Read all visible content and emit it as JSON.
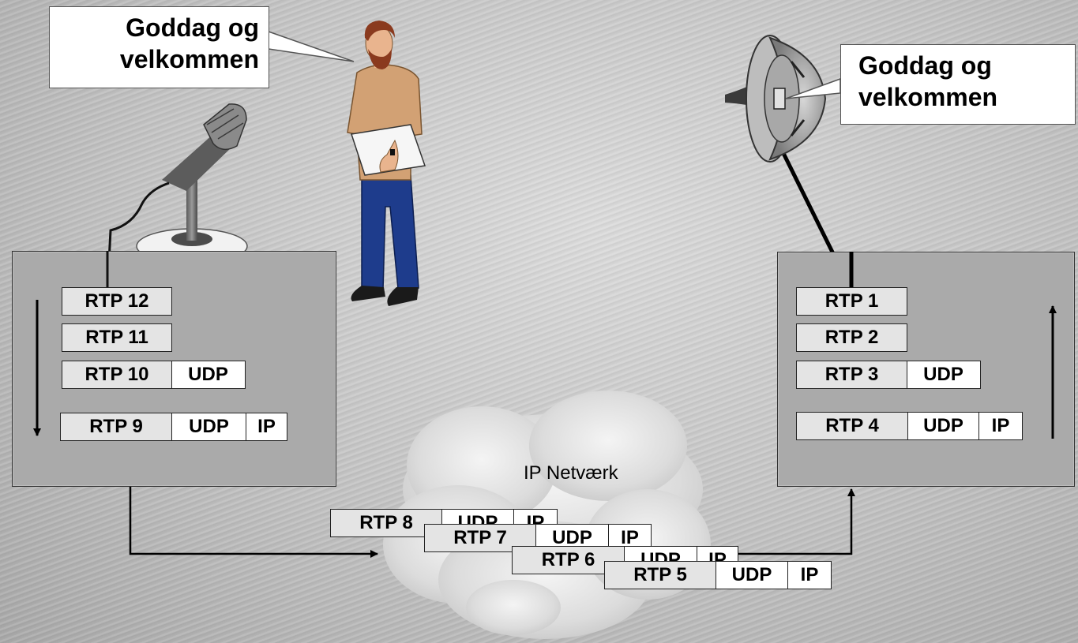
{
  "speaker_bubble": {
    "line1": "Goddag og",
    "line2": "velkommen"
  },
  "receiver_bubble": {
    "line1": "Goddag og",
    "line2": "velkommen"
  },
  "network_label": "IP Netværk",
  "sender_stack": [
    {
      "rtp": "RTP 12"
    },
    {
      "rtp": "RTP 11"
    },
    {
      "rtp": "RTP 10",
      "udp": "UDP"
    },
    {
      "rtp": "RTP 9",
      "udp": "UDP",
      "ip": "IP"
    }
  ],
  "receiver_stack": [
    {
      "rtp": "RTP 1"
    },
    {
      "rtp": "RTP 2"
    },
    {
      "rtp": "RTP 3",
      "udp": "UDP"
    },
    {
      "rtp": "RTP 4",
      "udp": "UDP",
      "ip": "IP"
    }
  ],
  "transit_packets": [
    {
      "rtp": "RTP 8",
      "udp": "UDP",
      "ip": "IP"
    },
    {
      "rtp": "RTP 7",
      "udp": "UDP",
      "ip": "IP"
    },
    {
      "rtp": "RTP 6",
      "udp": "UDP",
      "ip": "IP"
    },
    {
      "rtp": "RTP 5",
      "udp": "UDP",
      "ip": "IP"
    }
  ],
  "icons": [
    "microphone-icon",
    "presenter-person-icon",
    "loudspeaker-icon",
    "network-cloud-icon"
  ]
}
